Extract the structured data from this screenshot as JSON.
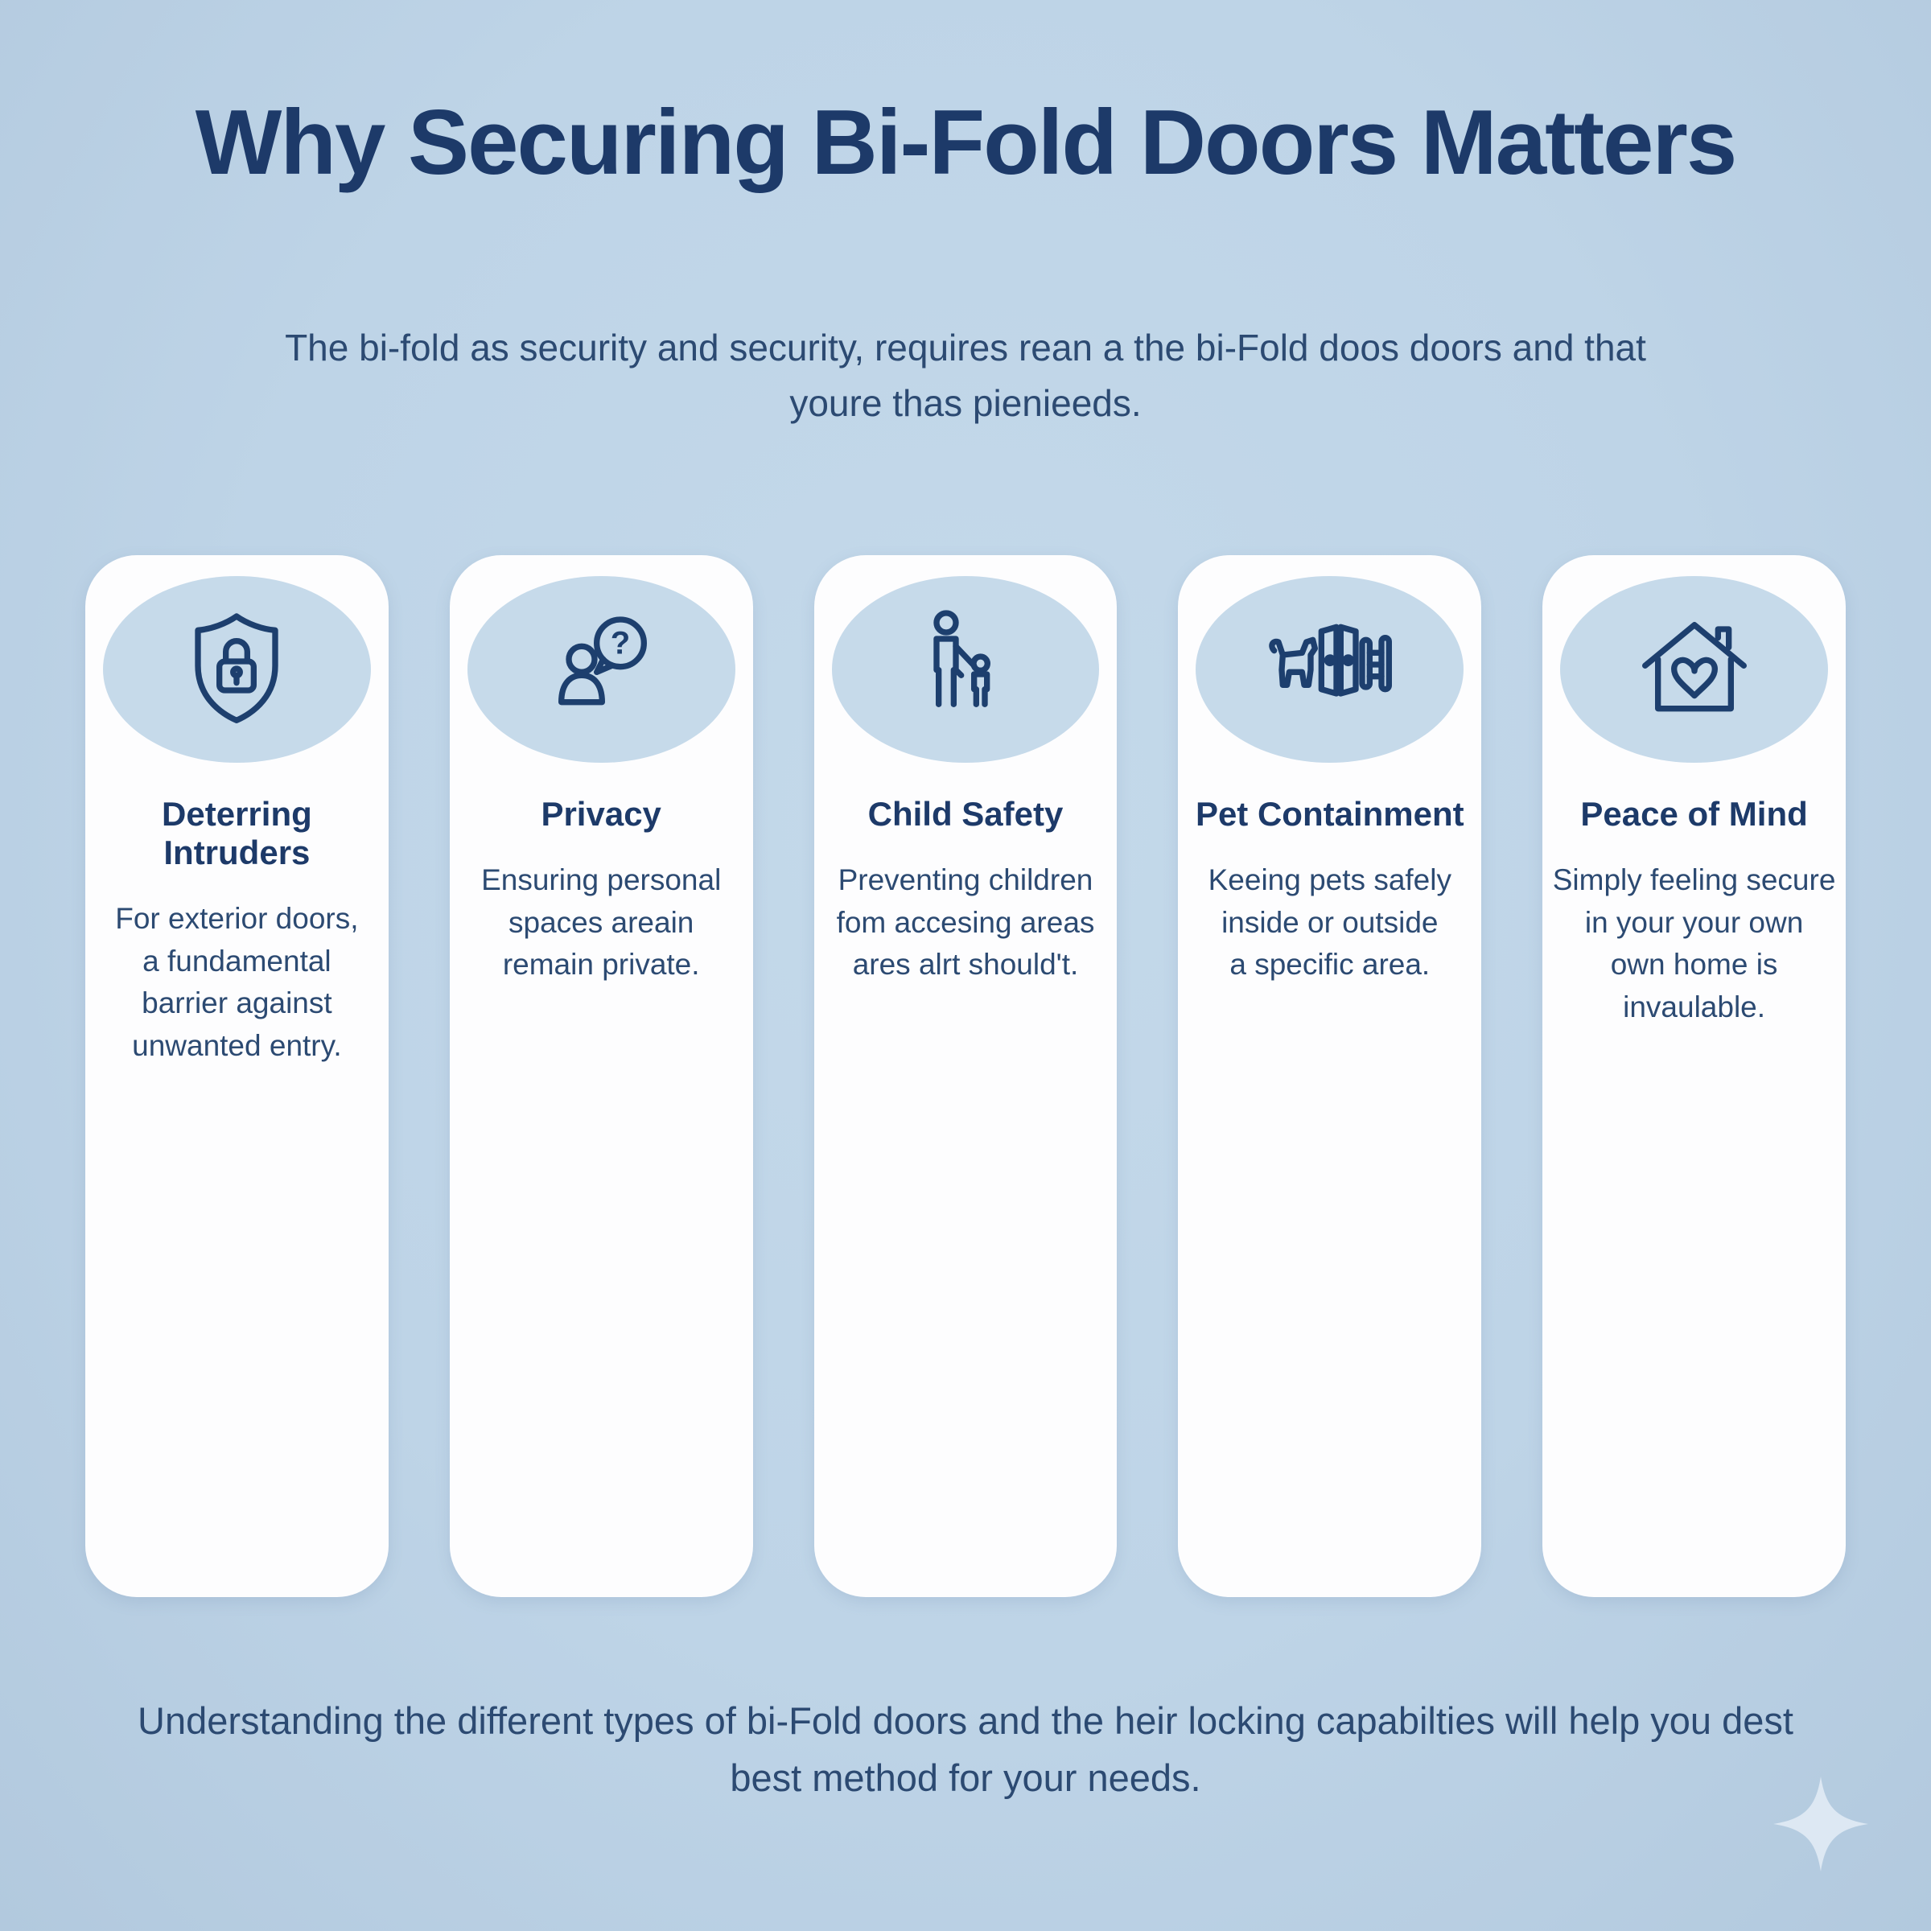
{
  "page": {
    "title": "Why Securing Bi-Fold Doors Matters",
    "subtitle": "The bi-fold as security and security, requires rean a the bi-Fold doos doors and that\nyoure thas pienieeds.",
    "footer": "Understanding the different types of bi-Fold doors and the heir locking capabilties will help you dest\nbest method for your needs."
  },
  "cards": [
    {
      "icon": "shield-lock-icon",
      "title": "Deterring Intruders",
      "description": "For exterior doors,\na fundamental\nbarrier against\nunwanted entry."
    },
    {
      "icon": "person-question-icon",
      "title": "Privacy",
      "description": "Ensuring personal\nspaces areain\nremain private."
    },
    {
      "icon": "adult-child-icon",
      "title": "Child Safety",
      "description": "Preventing children\nfom accesing areas\nares alrt should't."
    },
    {
      "icon": "dog-door-gate-icon",
      "title": "Pet Containment",
      "description": "Keeing pets safely\ninside or outside\na specific area."
    },
    {
      "icon": "house-heart-icon",
      "title": "Peace of Mind",
      "description": "Simply feeling secure\nin your your own\nown home is\ninvaulable."
    }
  ],
  "decor": {
    "sparkle": "sparkle-icon"
  },
  "colors": {
    "background": "#bed4e7",
    "card": "#fdfdfe",
    "oval": "#c6daea",
    "heading": "#1d3a69",
    "body_text": "#2c4a72",
    "icon_stroke": "#1d3f6e",
    "sparkle": "#dde8f3"
  }
}
